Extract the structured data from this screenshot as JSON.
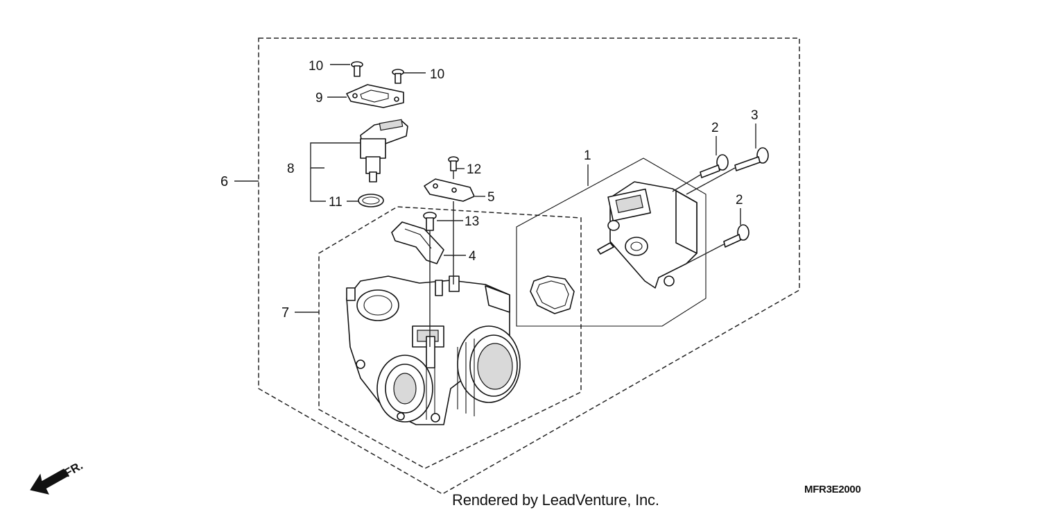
{
  "callouts": {
    "c1": "1",
    "c2a": "2",
    "c2b": "2",
    "c3": "3",
    "c4": "4",
    "c5": "5",
    "c6": "6",
    "c7": "7",
    "c8": "8",
    "c9": "9",
    "c10a": "10",
    "c10b": "10",
    "c11": "11",
    "c12": "12",
    "c13": "13"
  },
  "front_marker": "FR.",
  "diagram_code": "MFR3E2000",
  "credit": "Rendered by LeadVenture, Inc."
}
